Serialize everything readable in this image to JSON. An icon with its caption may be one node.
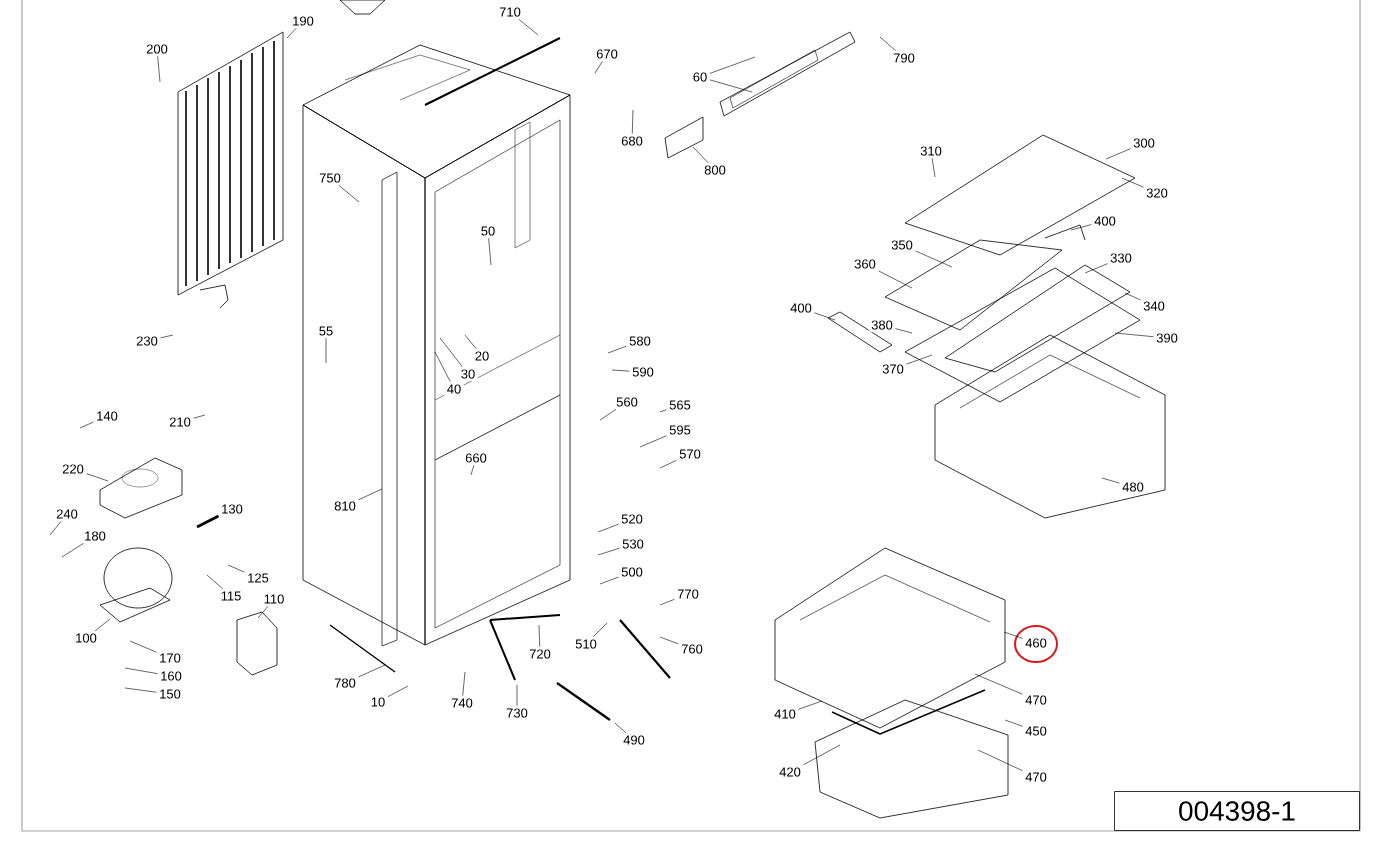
{
  "diagram": {
    "nodes": [
      {
        "text": [
          "190"
        ]
      },
      {
        "text": [
          "710"
        ]
      },
      {
        "text": [
          "670"
        ]
      },
      {
        "text": [
          "200"
        ]
      },
      {
        "text": [
          "790"
        ]
      },
      {
        "text": [
          "60"
        ]
      },
      {
        "text": [
          "680"
        ]
      },
      {
        "text": [
          "300"
        ]
      },
      {
        "text": [
          "310"
        ]
      },
      {
        "text": [
          "800"
        ]
      },
      {
        "text": [
          "750"
        ]
      },
      {
        "text": [
          "320"
        ]
      },
      {
        "text": [
          "400"
        ]
      },
      {
        "text": [
          "50"
        ]
      },
      {
        "text": [
          "350"
        ]
      },
      {
        "text": [
          "330"
        ]
      },
      {
        "text": [
          "360"
        ]
      },
      {
        "text": [
          "340"
        ]
      },
      {
        "text": [
          "400"
        ]
      },
      {
        "text": [
          "380"
        ]
      },
      {
        "text": [
          "55"
        ]
      },
      {
        "text": [
          "390"
        ]
      },
      {
        "text": [
          "230"
        ]
      },
      {
        "text": [
          "580"
        ]
      },
      {
        "text": [
          "20"
        ]
      },
      {
        "text": [
          "370"
        ]
      },
      {
        "text": [
          "590"
        ]
      },
      {
        "text": [
          "30"
        ]
      },
      {
        "text": [
          "40"
        ]
      },
      {
        "text": [
          "560"
        ]
      },
      {
        "text": [
          "565"
        ]
      },
      {
        "text": [
          "140"
        ]
      },
      {
        "text": [
          "210"
        ]
      },
      {
        "text": [
          "595"
        ]
      },
      {
        "text": [
          "570"
        ]
      },
      {
        "text": [
          "660"
        ]
      },
      {
        "text": [
          "220"
        ]
      },
      {
        "text": [
          "480"
        ]
      },
      {
        "text": [
          "810"
        ]
      },
      {
        "text": [
          "130"
        ]
      },
      {
        "text": [
          "240"
        ]
      },
      {
        "text": [
          "520"
        ]
      },
      {
        "text": [
          "180"
        ]
      },
      {
        "text": [
          "530"
        ]
      },
      {
        "text": [
          "500"
        ]
      },
      {
        "text": [
          "125"
        ]
      },
      {
        "text": [
          "770"
        ]
      },
      {
        "text": [
          "115"
        ]
      },
      {
        "text": [
          "110"
        ]
      },
      {
        "text": [
          "100"
        ]
      },
      {
        "text": [
          "460"
        ]
      },
      {
        "text": [
          "510"
        ]
      },
      {
        "text": [
          "760"
        ]
      },
      {
        "text": [
          "720"
        ]
      },
      {
        "text": [
          "170"
        ]
      },
      {
        "text": [
          "160"
        ]
      },
      {
        "text": [
          "780"
        ]
      },
      {
        "text": [
          "150"
        ]
      },
      {
        "text": [
          "470"
        ]
      },
      {
        "text": [
          "10"
        ]
      },
      {
        "text": [
          "740"
        ]
      },
      {
        "text": [
          "730"
        ]
      },
      {
        "text": [
          "410"
        ]
      },
      {
        "text": [
          "450"
        ]
      },
      {
        "text": [
          "490"
        ]
      },
      {
        "text": [
          "420"
        ]
      },
      {
        "text": [
          "470"
        ]
      },
      {
        "text": [
          "004398-1"
        ]
      }
    ],
    "edges": [
      {
        "from": 0,
        "to": null,
        "arrow": "none"
      },
      {
        "from": 1,
        "to": null,
        "arrow": "none"
      },
      {
        "from": 2,
        "to": null,
        "arrow": "none"
      },
      {
        "from": 3,
        "to": null,
        "arrow": "none"
      },
      {
        "from": 4,
        "to": null,
        "arrow": "none"
      },
      {
        "from": 5,
        "to": null,
        "arrow": "none"
      },
      {
        "from": 5,
        "to": null,
        "arrow": "none"
      },
      {
        "from": 6,
        "to": null,
        "arrow": "none"
      },
      {
        "from": 7,
        "to": null,
        "arrow": "none"
      },
      {
        "from": 8,
        "to": null,
        "arrow": "none"
      },
      {
        "from": 9,
        "to": null,
        "arrow": "none"
      },
      {
        "from": 10,
        "to": null,
        "arrow": "none"
      },
      {
        "from": 11,
        "to": null,
        "arrow": "none"
      },
      {
        "from": 12,
        "to": null,
        "arrow": "none"
      },
      {
        "from": 13,
        "to": null,
        "arrow": "none"
      },
      {
        "from": 14,
        "to": null,
        "arrow": "none"
      },
      {
        "from": 15,
        "to": null,
        "arrow": "none"
      },
      {
        "from": 16,
        "to": null,
        "arrow": "none"
      },
      {
        "from": 17,
        "to": null,
        "arrow": "none"
      },
      {
        "from": 18,
        "to": null,
        "arrow": "none"
      },
      {
        "from": 19,
        "to": null,
        "arrow": "none"
      },
      {
        "from": 20,
        "to": null,
        "arrow": "none"
      },
      {
        "from": 21,
        "to": null,
        "arrow": "none"
      },
      {
        "from": 22,
        "to": null,
        "arrow": "none"
      },
      {
        "from": 23,
        "to": null,
        "arrow": "none"
      },
      {
        "from": 24,
        "to": null,
        "arrow": "none"
      },
      {
        "from": 25,
        "to": null,
        "arrow": "none"
      },
      {
        "from": 26,
        "to": null,
        "arrow": "none"
      },
      {
        "from": 27,
        "to": null,
        "arrow": "none"
      },
      {
        "from": 28,
        "to": null,
        "arrow": "none"
      },
      {
        "from": 29,
        "to": null,
        "arrow": "none"
      },
      {
        "from": 30,
        "to": null,
        "arrow": "none"
      },
      {
        "from": 31,
        "to": null,
        "arrow": "none"
      },
      {
        "from": 32,
        "to": null,
        "arrow": "none"
      },
      {
        "from": 33,
        "to": null,
        "arrow": "none"
      },
      {
        "from": 34,
        "to": null,
        "arrow": "none"
      },
      {
        "from": 35,
        "to": null,
        "arrow": "none"
      },
      {
        "from": 36,
        "to": null,
        "arrow": "none"
      },
      {
        "from": 37,
        "to": null,
        "arrow": "none"
      },
      {
        "from": 38,
        "to": null,
        "arrow": "none"
      },
      {
        "from": 39,
        "to": null,
        "arrow": "none",
        "style": "thick"
      },
      {
        "from": 40,
        "to": null,
        "arrow": "none"
      },
      {
        "from": 41,
        "to": null,
        "arrow": "none"
      },
      {
        "from": 42,
        "to": null,
        "arrow": "none"
      },
      {
        "from": 43,
        "to": null,
        "arrow": "none"
      },
      {
        "from": 44,
        "to": null,
        "arrow": "none"
      },
      {
        "from": 45,
        "to": null,
        "arrow": "none"
      },
      {
        "from": 46,
        "to": null,
        "arrow": "none"
      },
      {
        "from": 47,
        "to": null,
        "arrow": "none"
      },
      {
        "from": 48,
        "to": null,
        "arrow": "none"
      },
      {
        "from": 49,
        "to": null,
        "arrow": "none"
      },
      {
        "from": 50,
        "to": null,
        "arrow": "none"
      },
      {
        "from": 51,
        "to": null,
        "arrow": "none"
      },
      {
        "from": 52,
        "to": null,
        "arrow": "none"
      },
      {
        "from": 53,
        "to": null,
        "arrow": "none"
      },
      {
        "from": 54,
        "to": null,
        "arrow": "none"
      },
      {
        "from": 55,
        "to": null,
        "arrow": "none"
      },
      {
        "from": 56,
        "to": null,
        "arrow": "none"
      },
      {
        "from": 57,
        "to": null,
        "arrow": "none"
      },
      {
        "from": 58,
        "to": null,
        "arrow": "none"
      },
      {
        "from": 59,
        "to": null,
        "arrow": "none"
      },
      {
        "from": 60,
        "to": null,
        "arrow": "none"
      },
      {
        "from": 61,
        "to": null,
        "arrow": "none"
      },
      {
        "from": 62,
        "to": null,
        "arrow": "none"
      },
      {
        "from": 63,
        "to": null,
        "arrow": "none"
      },
      {
        "from": 64,
        "to": null,
        "arrow": "none"
      },
      {
        "from": 65,
        "to": null,
        "arrow": "none"
      },
      {
        "from": 66,
        "to": null,
        "arrow": "none"
      }
    ]
  }
}
